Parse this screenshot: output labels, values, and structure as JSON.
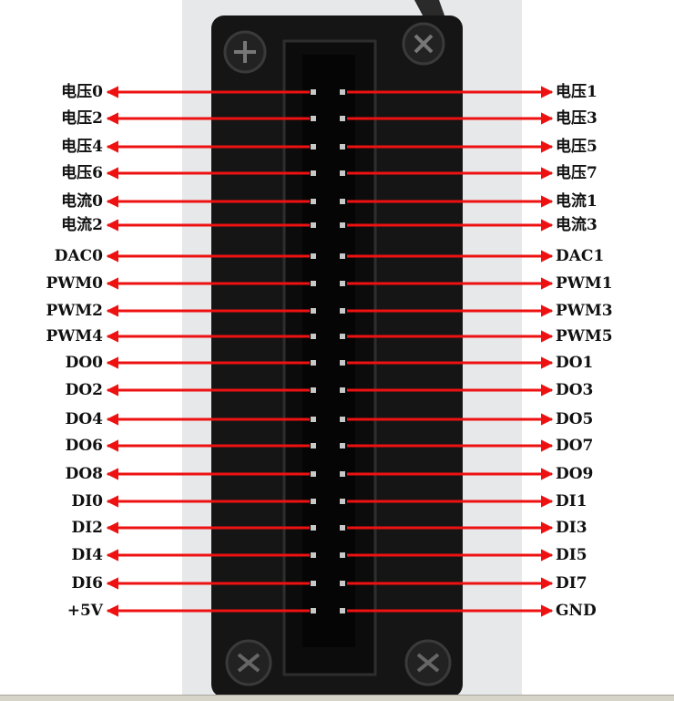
{
  "diagram": {
    "pins": [
      {
        "left": "电压0",
        "right": "电压1"
      },
      {
        "left": "电压2",
        "right": "电压3"
      },
      {
        "left": "电压4",
        "right": "电压5"
      },
      {
        "left": "电压6",
        "right": "电压7"
      },
      {
        "left": "电流0",
        "right": "电流1"
      },
      {
        "left": "电流2",
        "right": "电流3"
      },
      {
        "left": "DAC0",
        "right": "DAC1"
      },
      {
        "left": "PWM0",
        "right": "PWM1"
      },
      {
        "left": "PWM2",
        "right": "PWM3"
      },
      {
        "left": "PWM4",
        "right": "PWM5"
      },
      {
        "left": "DO0",
        "right": "DO1"
      },
      {
        "left": "DO2",
        "right": "DO3"
      },
      {
        "left": "DO4",
        "right": "DO5"
      },
      {
        "left": "DO6",
        "right": "DO7"
      },
      {
        "left": "DO8",
        "right": "DO9"
      },
      {
        "left": "DI0",
        "right": "DI1"
      },
      {
        "left": "DI2",
        "right": "DI3"
      },
      {
        "left": "DI4",
        "right": "DI5"
      },
      {
        "left": "DI6",
        "right": "DI7"
      },
      {
        "left": "+5V",
        "right": "GND"
      }
    ],
    "colors": {
      "arrow": "#ee1111",
      "connector_body": "#151515",
      "background_photo": "#e7e8ea",
      "pin": "#c8c8c8"
    }
  }
}
